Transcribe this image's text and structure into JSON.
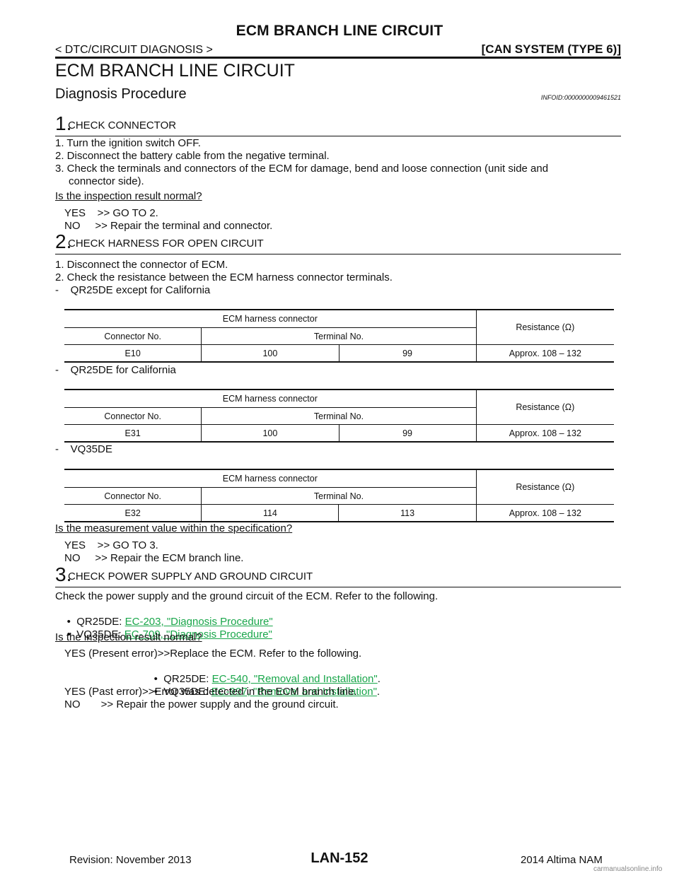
{
  "header": {
    "title": "ECM BRANCH LINE CIRCUIT",
    "section": "< DTC/CIRCUIT DIAGNOSIS >",
    "system": "[CAN SYSTEM (TYPE 6)]"
  },
  "title": "ECM BRANCH LINE CIRCUIT",
  "subtitle": "Diagnosis Procedure",
  "infoid": "INFOID:0000000009461521",
  "step1": {
    "num": "1.",
    "title": "CHECK CONNECTOR",
    "items": [
      "1.  Turn the ignition switch OFF.",
      "2.  Disconnect the battery cable from the negative terminal.",
      "3.  Check the terminals and connectors of the ECM for damage, bend and loose connection (unit side and",
      "connector side)."
    ],
    "question": "Is the inspection result normal?",
    "yes": "YES    >> GO TO 2.",
    "no": "NO     >> Repair the terminal and connector."
  },
  "step2": {
    "num": "2.",
    "title": "CHECK HARNESS FOR OPEN CIRCUIT",
    "items": [
      "1.  Disconnect the connector of ECM.",
      "2.  Check the resistance between the ECM harness connector terminals.",
      "-    QR25DE except for California"
    ],
    "variant2": "-    QR25DE for California",
    "variant3": "-    VQ35DE",
    "question": "Is the measurement value within the specification?",
    "yes": "YES    >> GO TO 3.",
    "no": "NO     >> Repair the ECM branch line."
  },
  "table_headers": {
    "group": "ECM harness connector",
    "resistance": "Resistance (Ω)",
    "connector": "Connector No.",
    "terminal": "Terminal No."
  },
  "tables": [
    {
      "connector": "E10",
      "t1": "100",
      "t2": "99",
      "resistance": "Approx. 108 – 132"
    },
    {
      "connector": "E31",
      "t1": "100",
      "t2": "99",
      "resistance": "Approx. 108 – 132"
    },
    {
      "connector": "E32",
      "t1": "114",
      "t2": "113",
      "resistance": "Approx. 108 – 132"
    }
  ],
  "step3": {
    "num": "3.",
    "title": "CHECK POWER SUPPLY AND GROUND CIRCUIT",
    "intro": "Check the power supply and the ground circuit of the ECM. Refer to the following.",
    "ref1_prefix": "•  QR25DE: ",
    "ref1_link": "EC-203, \"Diagnosis Procedure\"",
    "ref2_prefix": "•  VQ35DE: ",
    "ref2_link": "EC-709, \"Diagnosis Procedure\"",
    "question": "Is the inspection result normal?",
    "yes_present": "YES (Present error)>>Replace the ECM. Refer to the following.",
    "rem1_prefix": "•  QR25DE: ",
    "rem1_link": "EC-540, \"Removal and Installation\"",
    "rem2_prefix": "•  VQ35DE: ",
    "rem2_link": "EC-997, \"Removal and Installation\"",
    "period": ".",
    "yes_past": "YES (Past error)>>Error was detected in the ECM branch line.",
    "no": "NO       >> Repair the power supply and the ground circuit."
  },
  "footer": {
    "revision": "Revision: November 2013",
    "page": "LAN-152",
    "model": "2014 Altima NAM",
    "brand": "carmanualsonline.info"
  }
}
